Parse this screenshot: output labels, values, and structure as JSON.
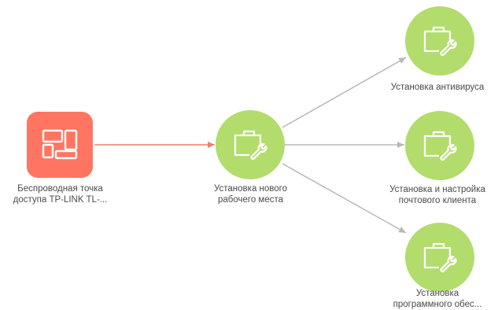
{
  "colors": {
    "service_fill": "#b2dc6c",
    "device_fill": "#ff7561",
    "icon_stroke": "#ffffff",
    "edge_active": "#f47b6d",
    "edge_default": "#b8b8b8",
    "label_text": "#4a4a4a"
  },
  "nodes": {
    "access_point": {
      "label": "Беспроводная точка\nдоступа TP-LINK TL-...",
      "icon": "device-layout-icon"
    },
    "new_workplace": {
      "label": "Установка нового\nрабочего места",
      "icon": "toolbox-wrench-icon"
    },
    "antivirus": {
      "label": "Установка антивируса",
      "icon": "toolbox-wrench-icon"
    },
    "mail_client": {
      "label": "Установка и настройка\nпочтового клиента",
      "icon": "toolbox-wrench-icon"
    },
    "software": {
      "label": "Установка\nпрограммного обес...",
      "icon": "toolbox-wrench-icon"
    }
  },
  "edges": [
    {
      "from": "access_point",
      "to": "new_workplace",
      "style": "active"
    },
    {
      "from": "new_workplace",
      "to": "antivirus",
      "style": "default"
    },
    {
      "from": "new_workplace",
      "to": "mail_client",
      "style": "default"
    },
    {
      "from": "new_workplace",
      "to": "software",
      "style": "default"
    }
  ]
}
